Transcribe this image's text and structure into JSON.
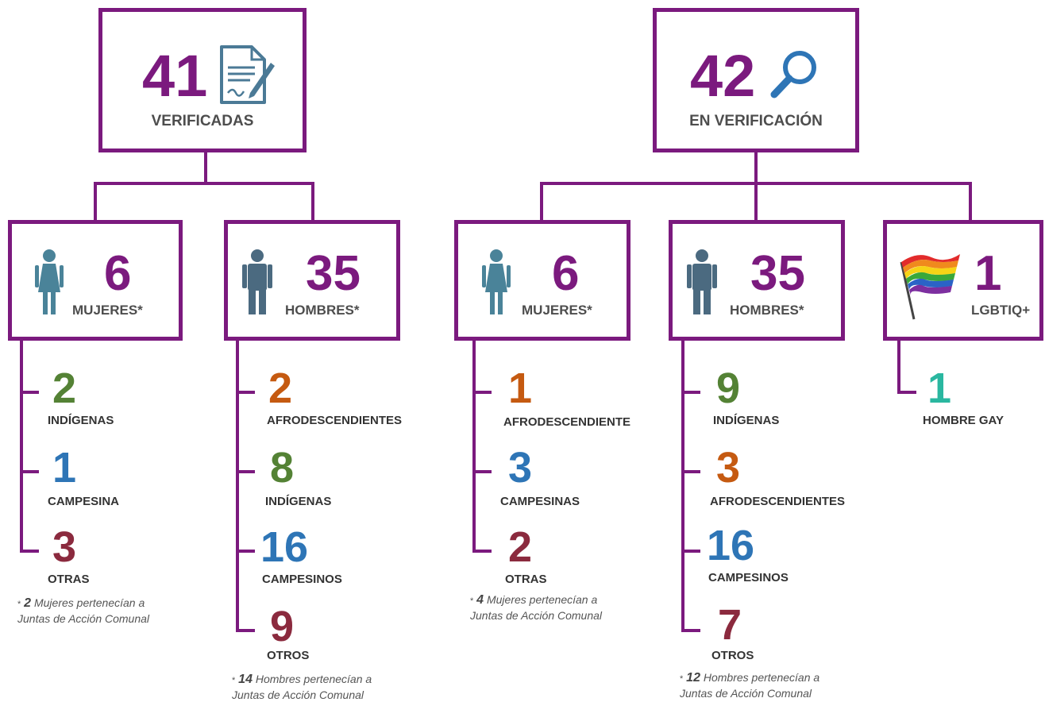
{
  "colors": {
    "purple": "#7b1a7e",
    "green": "#548235",
    "blue": "#2e75b6",
    "maroon": "#8b2a3e",
    "orange": "#c55a11",
    "teal": "#2ab7a0",
    "person": "#4a8399",
    "man": "#4b6a80"
  },
  "verified": {
    "number": "41",
    "label": "VERIFICADAS",
    "icon": "document-sign-icon",
    "women": {
      "number": "6",
      "label": "MUJERES*",
      "icon": "woman-icon",
      "items": [
        {
          "value": "2",
          "label": "INDÍGENAS",
          "color": "#548235"
        },
        {
          "value": "1",
          "label": "CAMPESINA",
          "color": "#2e75b6"
        },
        {
          "value": "3",
          "label": "OTRAS",
          "color": "#8b2a3e"
        }
      ],
      "note": {
        "star": "*",
        "count": "2",
        "line1": "Mujeres pertenecían a",
        "line2": "Juntas de Acción Comunal"
      }
    },
    "men": {
      "number": "35",
      "label": "HOMBRES*",
      "icon": "man-icon",
      "items": [
        {
          "value": "2",
          "label": "AFRODESCENDIENTES",
          "color": "#c55a11"
        },
        {
          "value": "8",
          "label": "INDÍGENAS",
          "color": "#548235"
        },
        {
          "value": "16",
          "label": "CAMPESINOS",
          "color": "#2e75b6"
        },
        {
          "value": "9",
          "label": "OTROS",
          "color": "#8b2a3e"
        }
      ],
      "note": {
        "star": "*",
        "count": "14",
        "line1": "Hombres pertenecían a",
        "line2": "Juntas de Acción Comunal"
      }
    }
  },
  "in_verification": {
    "number": "42",
    "label": "EN VERIFICACIÓN",
    "icon": "magnifier-icon",
    "women": {
      "number": "6",
      "label": "MUJERES*",
      "icon": "woman-icon",
      "items": [
        {
          "value": "1",
          "label": "AFRODESCENDIENTE",
          "color": "#c55a11"
        },
        {
          "value": "3",
          "label": "CAMPESINAS",
          "color": "#2e75b6"
        },
        {
          "value": "2",
          "label": "OTRAS",
          "color": "#8b2a3e"
        }
      ],
      "note": {
        "star": "*",
        "count": "4",
        "line1": "Mujeres pertenecían a",
        "line2": "Juntas de Acción Comunal"
      }
    },
    "men": {
      "number": "35",
      "label": "HOMBRES*",
      "icon": "man-icon",
      "items": [
        {
          "value": "9",
          "label": "INDÍGENAS",
          "color": "#548235"
        },
        {
          "value": "3",
          "label": "AFRODESCENDIENTES",
          "color": "#c55a11"
        },
        {
          "value": "16",
          "label": "CAMPESINOS",
          "color": "#2e75b6"
        },
        {
          "value": "7",
          "label": "OTROS",
          "color": "#8b2a3e"
        }
      ],
      "note": {
        "star": "*",
        "count": "12",
        "line1": "Hombres pertenecían a",
        "line2": "Juntas de Acción Comunal"
      }
    },
    "lgbt": {
      "number": "1",
      "label": "LGBTIQ+",
      "icon": "rainbow-flag-icon",
      "items": [
        {
          "value": "1",
          "label": "HOMBRE GAY",
          "color": "#2ab7a0"
        }
      ]
    }
  }
}
